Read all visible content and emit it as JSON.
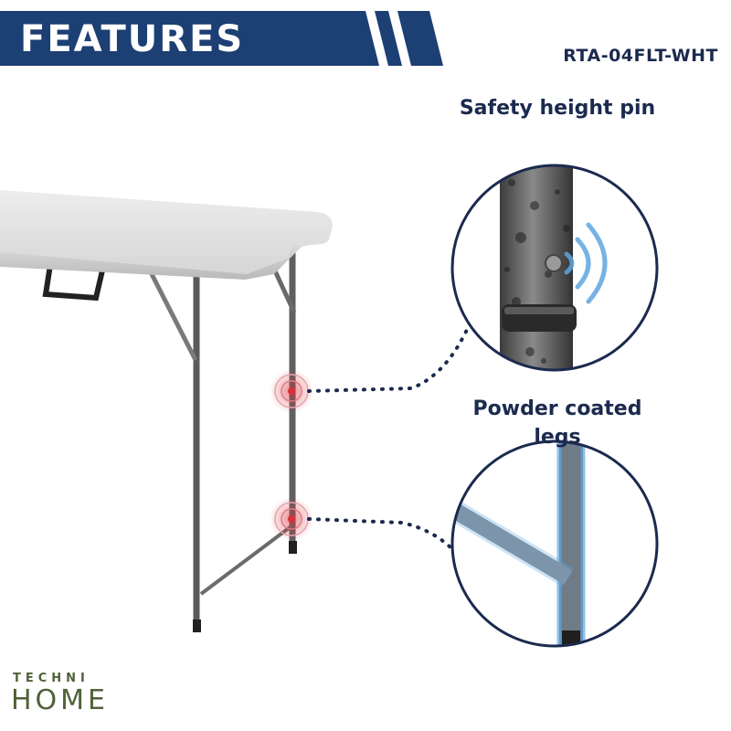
{
  "banner": {
    "title": "FEATURES"
  },
  "model_number": "RTA-04FLT-WHT",
  "features": [
    {
      "label": "Safety height pin"
    },
    {
      "label": "Powder coated legs"
    }
  ],
  "brand": {
    "top": "TECHNI",
    "bottom": "HOME"
  },
  "colors": {
    "navy": "#1b2a4e",
    "banner": "#1c3f74",
    "logo_green": "#4f6138",
    "hotspot": "#d9303c"
  }
}
